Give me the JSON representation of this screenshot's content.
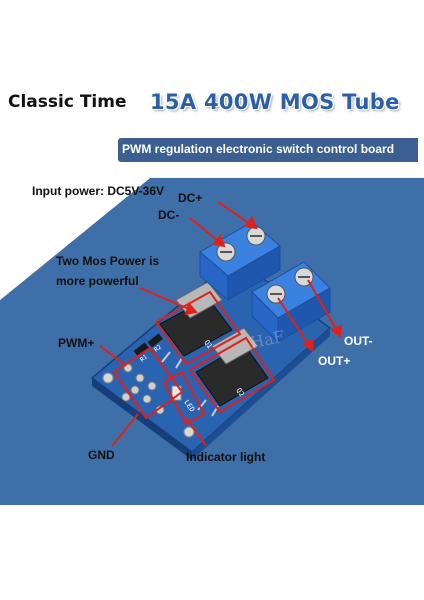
{
  "brand": "Classic Time",
  "title": "15A 400W MOS Tube",
  "subtitle": "PWM regulation electronic switch control board",
  "labels": {
    "input_power": "Input power: DC5V-36V",
    "dc_plus": "DC+",
    "dc_minus": "DC-",
    "two_mos_line1": "Two Mos Power is",
    "two_mos_line2": "more powerful",
    "pwm_plus": "PWM+",
    "gnd": "GND",
    "indicator": "Indicator light",
    "out_minus": "OUT-",
    "out_plus": "OUT+"
  },
  "board_marks": {
    "q1": "Q1",
    "q2": "Q2",
    "led": "LED",
    "r1": "R1",
    "r2": "R2"
  },
  "colors": {
    "background_blue": "#3f6fa8",
    "pcb_blue": "#2a63b0",
    "terminal_blue": "#2e6fd0",
    "annotation_red": "#e0201b",
    "title_blue": "#2d5fa8"
  }
}
